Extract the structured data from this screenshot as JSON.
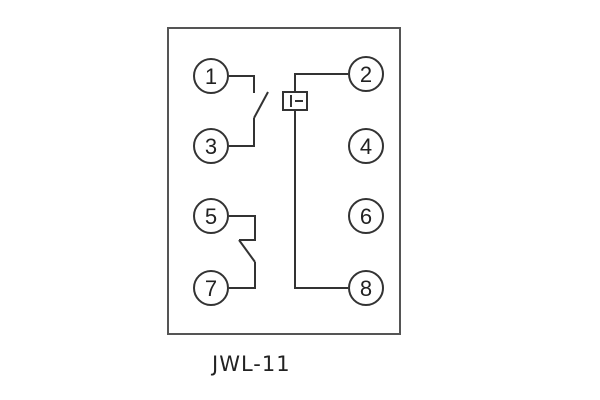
{
  "diagram": {
    "model_label": "JWL-11",
    "terminals": [
      {
        "id": "1",
        "label": "1"
      },
      {
        "id": "2",
        "label": "2"
      },
      {
        "id": "3",
        "label": "3"
      },
      {
        "id": "4",
        "label": "4"
      },
      {
        "id": "5",
        "label": "5"
      },
      {
        "id": "6",
        "label": "6"
      },
      {
        "id": "7",
        "label": "7"
      },
      {
        "id": "8",
        "label": "8"
      }
    ],
    "connections": [
      {
        "from": "1",
        "to": "3",
        "element": "contact-switch-open"
      },
      {
        "from": "5",
        "to": "7",
        "element": "contact-switch-closed"
      },
      {
        "from": "2",
        "to": "8",
        "element": "relay-coil"
      }
    ],
    "colors": {
      "line": "#333333",
      "background": "#ffffff"
    }
  }
}
